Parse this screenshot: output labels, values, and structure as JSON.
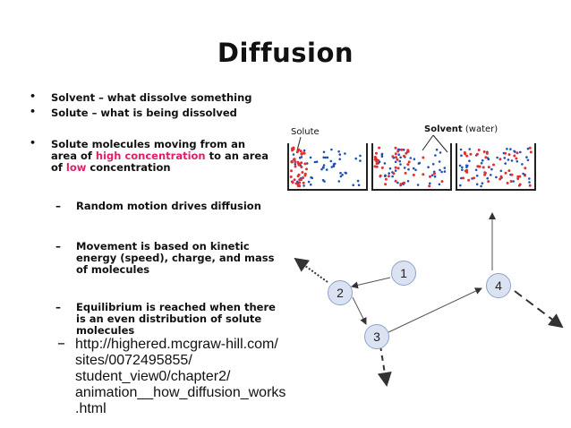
{
  "title": "Diffusion",
  "bullets": [
    {
      "text": "Solvent – what dissolve something"
    },
    {
      "text": "Solute – what is being dissolved"
    },
    {
      "pre": "Solute molecules moving from an area of ",
      "hl1": "high concentration",
      "mid": " to an area of ",
      "hl2": "low",
      "post": " concentration"
    }
  ],
  "sub_bullets": [
    "Random motion drives diffusion",
    "Movement is based on kinetic energy (speed), charge, and mass of molecules",
    "Equilibrium is reached when there is an even distribution of solute molecules"
  ],
  "link_text": "http://highered.mcgraw-hill.com/sites/0072495855/student_view0/chapter2/animation__how_diffusion_works.html",
  "link_lines": [
    "http://highered.mcgraw-hill.com/",
    "sites/0072495855/",
    "student_view0/chapter2/",
    "animation__how_diffusion_works",
    ".html"
  ],
  "figure": {
    "solute_label": "Solute",
    "solvent_label": "Solvent",
    "solvent_note": " (water)"
  },
  "path_numbers": [
    "1",
    "2",
    "3",
    "4"
  ],
  "colors": {
    "highlight": "#e0206a",
    "solute": "#e03030",
    "solvent": "#2050b0"
  }
}
